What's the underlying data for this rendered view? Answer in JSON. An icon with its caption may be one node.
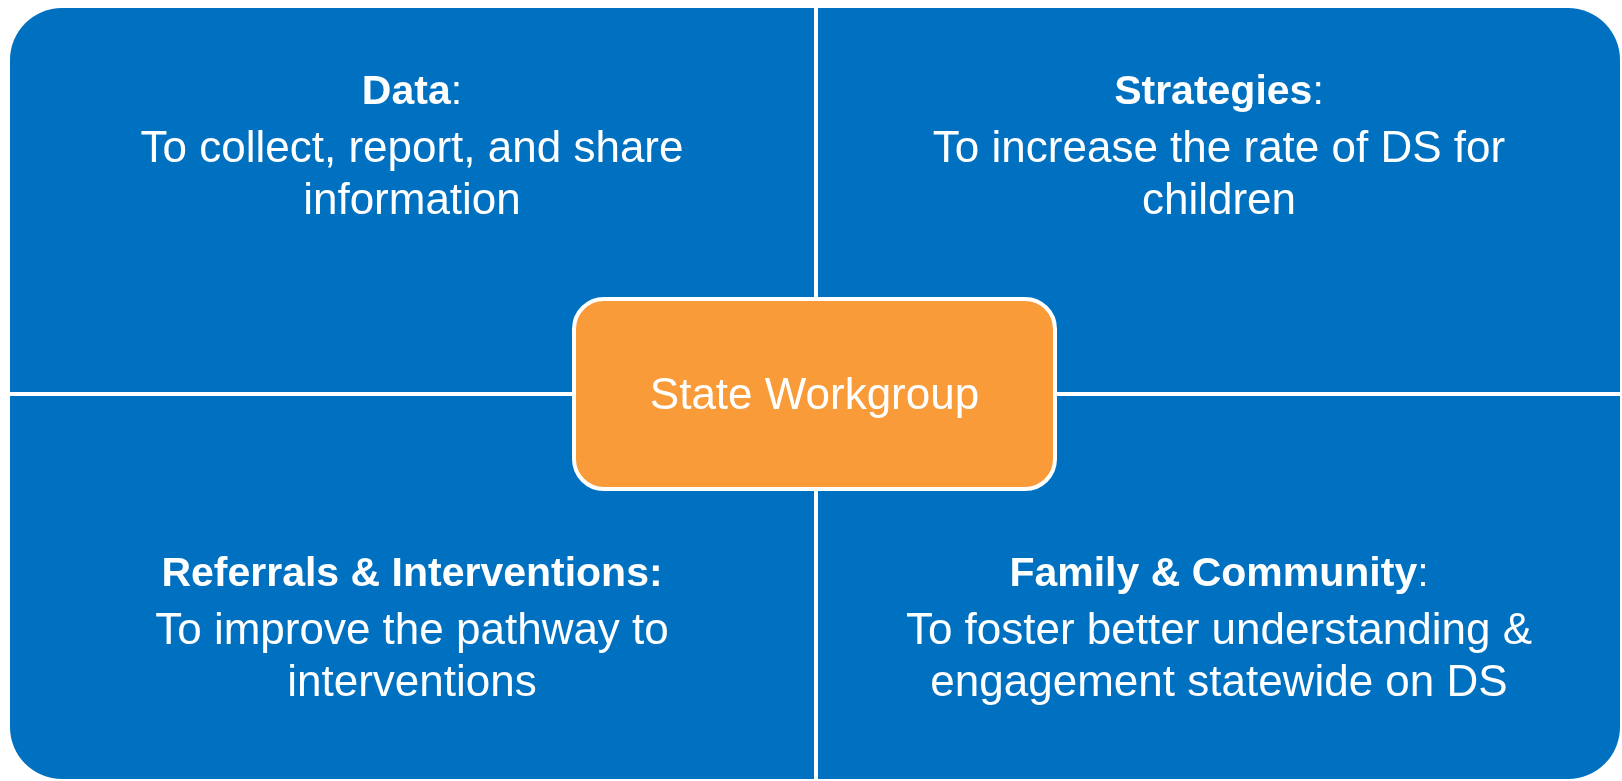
{
  "diagram": {
    "nodes": [
      {
        "text": [
          "**Data**:",
          "To collect, report, and share information"
        ]
      },
      {
        "text": [
          "**Strategies**:",
          "To increase the rate of DS for children"
        ]
      },
      {
        "text": [
          "Referrals & Interventions:",
          "To improve the pathway to interventions"
        ]
      },
      {
        "text": [
          "**Family & Community**:",
          "To foster better understanding & engagement statewide on DS"
        ]
      },
      {
        "text": [
          "State Workgroup"
        ]
      }
    ]
  }
}
